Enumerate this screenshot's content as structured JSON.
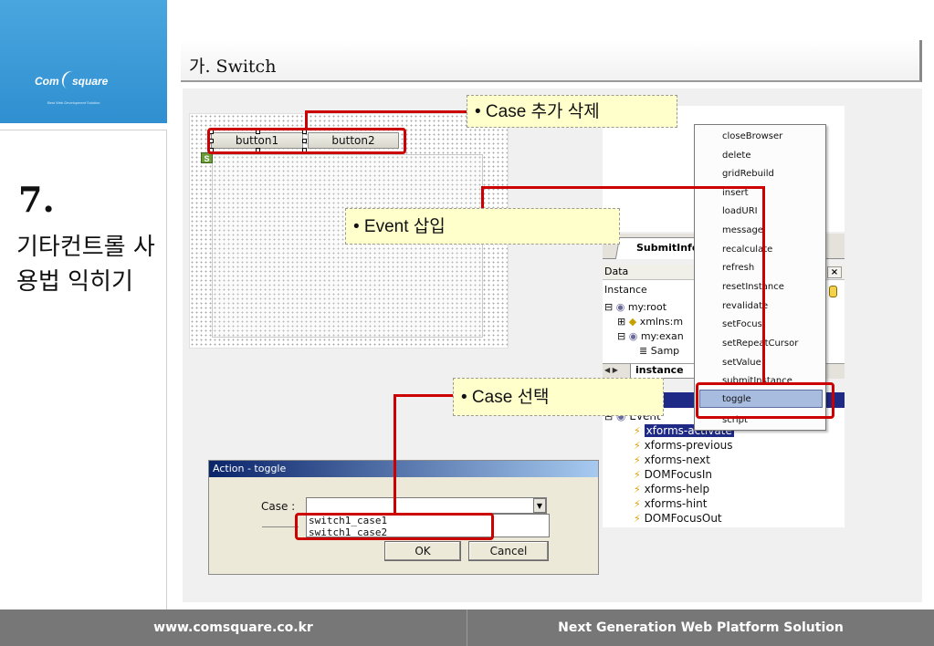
{
  "brand": {
    "logo_part1": "Com",
    "logo_part2": "square",
    "tagline": "Best Web Development Solution"
  },
  "section": {
    "number": "7.",
    "title": "기타컨트롤 사용법 익히기"
  },
  "header": {
    "title": "가. Switch"
  },
  "designer": {
    "button1_label": "button1",
    "button2_label": "button2",
    "switch_icon": "S"
  },
  "callouts": {
    "case_add_delete": "• Case 추가 삭제",
    "event_insert": "• Event 삽입",
    "case_select": "• Case 선택"
  },
  "right_pane": {
    "tab_submitinfo": "SubmitInfo",
    "data_label": "Data",
    "close": "×",
    "instance_label": "Instance",
    "tree": [
      "my:root",
      "xmlns:m",
      "my:exan",
      "Samp"
    ],
    "tab_instance": "instance",
    "nav": "◀ ▶",
    "event_root": "Event",
    "events": [
      "xforms-activate",
      "xforms-previous",
      "xforms-next",
      "DOMFocusIn",
      "xforms-help",
      "xforms-hint",
      "DOMFocusOut"
    ]
  },
  "context_menu": {
    "items": [
      "closeBrowser",
      "delete",
      "gridRebuild",
      "insert",
      "loadURI",
      "message",
      "recalculate",
      "refresh",
      "resetInstance",
      "revalidate",
      "setFocus",
      "setRepeatCursor",
      "setValue",
      "submitInstance",
      "toggle",
      "script"
    ],
    "selected": "toggle"
  },
  "dialog": {
    "title": "Action - toggle",
    "case_label": "Case :",
    "options": [
      "switch1_case1",
      "switch1_case2"
    ],
    "ok_label": "OK",
    "cancel_label": "Cancel"
  },
  "footer": {
    "left_text": "www.comsquare.co.kr",
    "right_text": "Next Generation Web Platform Solution"
  },
  "colors": {
    "brand_blue": "#3a9ad8",
    "highlight_red": "#cc0000",
    "callout_bg": "#ffffcc",
    "footer_bg": "#777777",
    "selection_navy": "#1f2a86"
  }
}
